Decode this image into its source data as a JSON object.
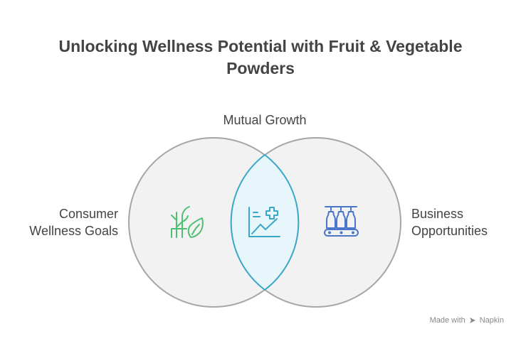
{
  "title": "Unlocking Wellness Potential with Fruit & Vegetable Powders",
  "labels": {
    "top": "Mutual Growth",
    "left_line1": "Consumer",
    "left_line2": "Wellness Goals",
    "right_line1": "Business",
    "right_line2": "Opportunities"
  },
  "icons": {
    "left": "plant-leaf-icon",
    "center": "growth-chart-plus-icon",
    "right": "bottle-production-line-icon"
  },
  "colors": {
    "circle_fill": "#f2f2f2",
    "circle_stroke": "#a6a6a6",
    "overlap_fill": "#e6f6fb",
    "overlap_stroke": "#3aa6c8",
    "left_icon": "#4fbf74",
    "center_icon": "#3aa6c8",
    "right_icon": "#4a76c9",
    "text": "#444444"
  },
  "watermark": {
    "made_with": "Made with",
    "brand": "Napkin"
  }
}
